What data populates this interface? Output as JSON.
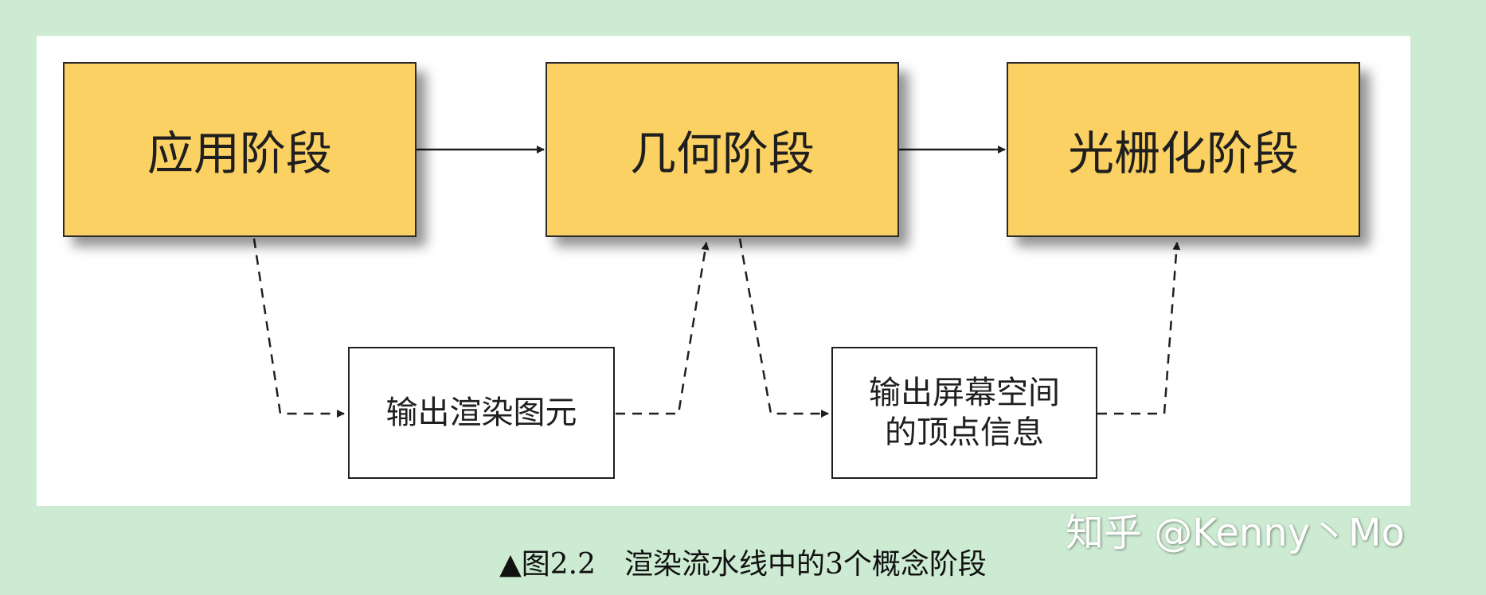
{
  "stages": [
    {
      "label": "应用阶段"
    },
    {
      "label": "几何阶段"
    },
    {
      "label": "光栅化阶段"
    }
  ],
  "outputs": [
    {
      "label": "输出渲染图元"
    },
    {
      "label_line1": "输出屏幕空间",
      "label_line2": "的顶点信息"
    }
  ],
  "caption": "▲图2.2　渲染流水线中的3个概念阶段",
  "watermark": "知乎 @Kenny丶Mo",
  "colors": {
    "background": "#cdebd2",
    "panel": "#ffffff",
    "stage_fill": "#fcd163",
    "stroke": "#1f1f1f"
  }
}
